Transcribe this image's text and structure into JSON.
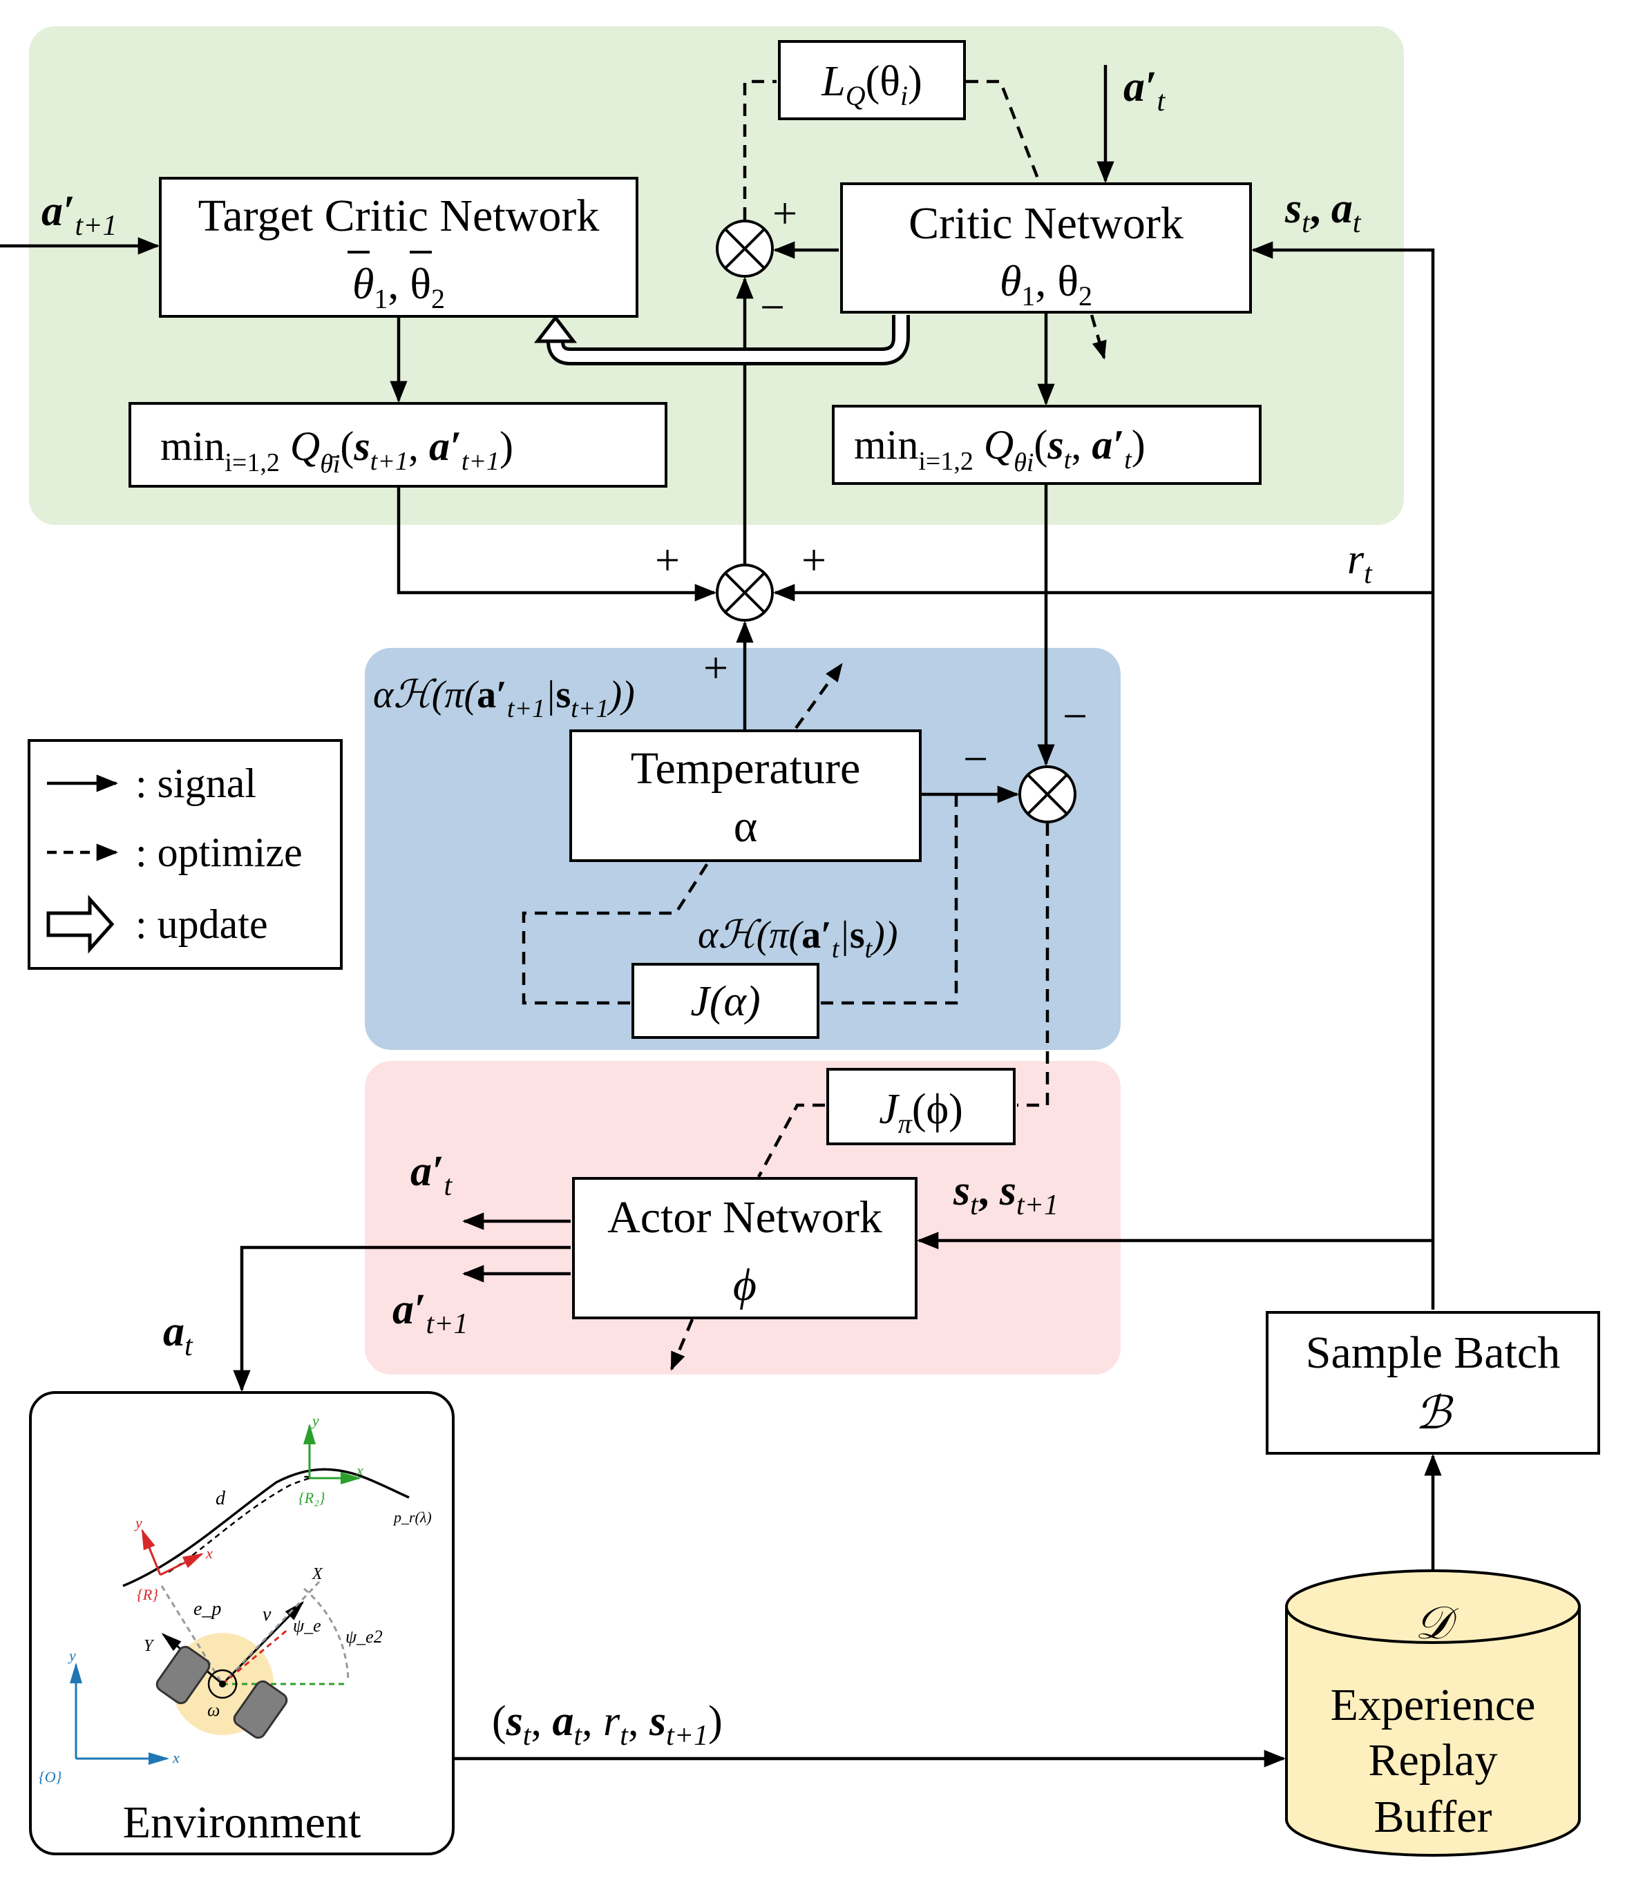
{
  "regions": {
    "critic_region": {
      "color": "#e2efd9"
    },
    "temperature_region": {
      "color": "#b8cfe5"
    },
    "actor_region": {
      "color": "#fde2e4"
    }
  },
  "blocks": {
    "target_critic": {
      "title": "Target Critic Network",
      "params": "θ̄1, θ̄2"
    },
    "critic": {
      "title": "Critic Network",
      "params": "θ1, θ2"
    },
    "target_min_q": {
      "label": "min_{i=1,2} Q_{θ̄i}(s_{t+1}, a'_{t+1})"
    },
    "critic_min_q": {
      "label": "min_{i=1,2} Q_{θi}(s_t, a'_t)"
    },
    "critic_loss": {
      "label": "L_Q(θ_i)"
    },
    "temperature": {
      "title": "Temperature",
      "param": "α"
    },
    "temperature_loss": {
      "label": "J(α)"
    },
    "policy_loss": {
      "label": "J_π(ϕ)"
    },
    "actor": {
      "title": "Actor Network",
      "param": "ϕ"
    },
    "sample_batch": {
      "title": "Sample Batch",
      "symbol": "ℬ"
    },
    "replay_buffer": {
      "symbol": "𝒟",
      "line1": "Experience",
      "line2": "Replay",
      "line3": "Buffer",
      "fill": "#fdefbe"
    },
    "environment": {
      "title": "Environment"
    }
  },
  "signals": {
    "a_next_input": "a'_{t+1}",
    "a_t_prime_input": "a'_t",
    "s_a_input": "s_t, a_t",
    "reward": "r_t",
    "entropy_next": "αℋ(π(a'_{t+1}|s_{t+1}))",
    "entropy_now": "αℋ(π(a'_t|s_t))",
    "actor_out_a": "a'_t",
    "actor_out_a_next": "a'_{t+1}",
    "actor_in_states": "s_t, s_{t+1}",
    "action_to_env": "a_t",
    "transition": "(s_t, a_t, r_t, s_{t+1})"
  },
  "signs": {
    "loss_plus": "+",
    "loss_minus": "−",
    "sum_left_plus": "+",
    "sum_right_plus": "+",
    "sum_bottom_plus": "+",
    "pol_top_minus": "−",
    "pol_left_minus": "−"
  },
  "legend": {
    "signal": ": signal",
    "optimize": ": optimize",
    "update": ": update"
  },
  "env_figure": {
    "path_label": "p_r(λ)",
    "frame_r": "{R}",
    "frame_r2": "{R₂}",
    "frame_o": "{O}",
    "dist": "d",
    "ep": "e_p",
    "v": "v",
    "psi_e": "ψ_e",
    "psi_e2": "ψ_e2",
    "omega": "ω",
    "X": "X",
    "Y": "Y",
    "x": "x",
    "y": "y",
    "colors": {
      "red": "#d62728",
      "green": "#2ca02c",
      "blue": "#1f77b4",
      "body": "#fbe7b4"
    }
  }
}
